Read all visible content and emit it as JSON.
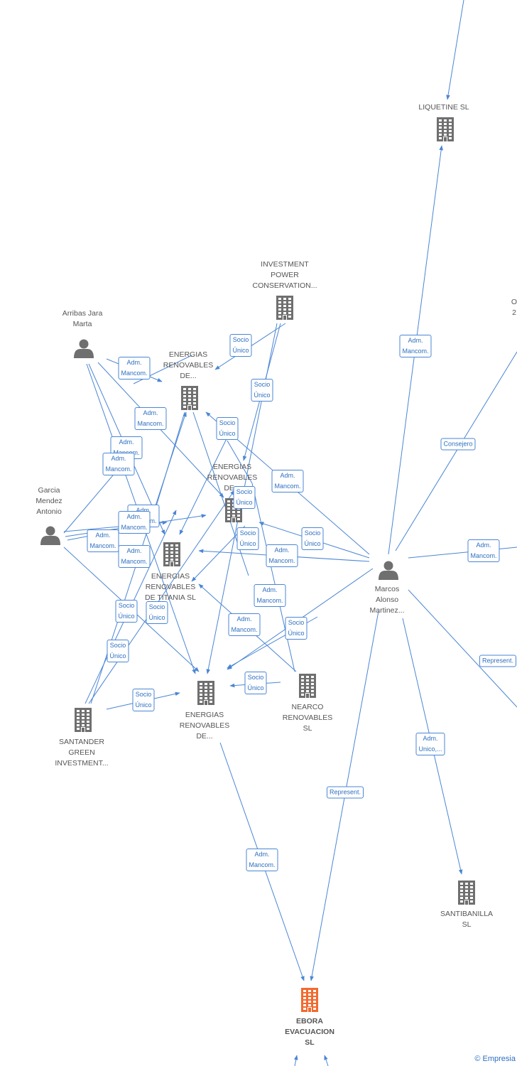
{
  "nodes": [
    {
      "id": "liquetine",
      "type": "company",
      "label": [
        "LIQUETINE  SL"
      ]
    },
    {
      "id": "investment_power",
      "type": "company",
      "label": [
        "INVESTMENT",
        "POWER",
        "CONSERVATION..."
      ]
    },
    {
      "id": "arribas",
      "type": "person",
      "label": [
        "Arribas Jara",
        "Marta"
      ]
    },
    {
      "id": "er_de_1",
      "type": "company",
      "label": [
        "ENERGIAS",
        "RENOVABLES",
        "DE..."
      ]
    },
    {
      "id": "er_de_2",
      "type": "company",
      "label": [
        "ENERGIAS",
        "RENOVABLES",
        "DE..."
      ]
    },
    {
      "id": "garcia",
      "type": "person",
      "label": [
        "Garcia",
        "Mendez",
        "Antonio"
      ]
    },
    {
      "id": "er_titania",
      "type": "company",
      "label": [
        "ENERGIAS",
        "RENOVABLES",
        "DE TITANIA  SL"
      ]
    },
    {
      "id": "marcos",
      "type": "person",
      "label": [
        "Marcos",
        "Alonso",
        "Martinez..."
      ]
    },
    {
      "id": "er_de_3",
      "type": "company",
      "label": [
        "ENERGIAS",
        "RENOVABLES",
        "DE..."
      ]
    },
    {
      "id": "nearco",
      "type": "company",
      "label": [
        "NEARCO",
        "RENOVABLES",
        "SL"
      ]
    },
    {
      "id": "santander",
      "type": "company",
      "label": [
        "SANTANDER",
        "GREEN",
        "INVESTMENT..."
      ]
    },
    {
      "id": "santibanilla",
      "type": "company",
      "label": [
        "SANTIBANILLA",
        "SL"
      ]
    },
    {
      "id": "ebora",
      "type": "company",
      "label": [
        "EBORA",
        "EVACUACION",
        "SL"
      ],
      "highlight": true
    },
    {
      "id": "offscreen_right",
      "type": "company",
      "label": [
        "O",
        "2"
      ]
    }
  ],
  "edge_labels": [
    "Adm.\nMancom.",
    "Socio\nÚnico",
    "Adm.\nMancom.",
    "Socio\nÚnico",
    "Adm.\nMancom.",
    "Socio\nÚnico",
    "Consejero",
    "Adm.\nMancom.",
    "Adm.\nMancom.",
    "Adm.\nMancom.",
    "Socio\nÚnico",
    "Adm.\nMancom.",
    "Adm.\nMancom.",
    "Adm.\nMancom.",
    "Adm.\nMancom.",
    "Socio\nÚnico",
    "Socio\nÚnico",
    "Adm.\nMancom.",
    "Adm.\nMancom.",
    "Adm.\nMancom.",
    "Socio\nÚnico",
    "Socio\nÚnico",
    "Socio\nÚnico",
    "Adm.\nMancom.",
    "Socio\nÚnico",
    "Socio\nÚnico",
    "Socio\nÚnico",
    "Represent.",
    "Adm.\nUnico,...",
    "Represent.",
    "Adm.\nMancom."
  ],
  "colors": {
    "edge": "#4a86d4",
    "node": "#6f6f6f",
    "highlight": "#f26a2e",
    "label": "#555555"
  },
  "footer": {
    "copyright": "©",
    "brand": "Empresia"
  }
}
